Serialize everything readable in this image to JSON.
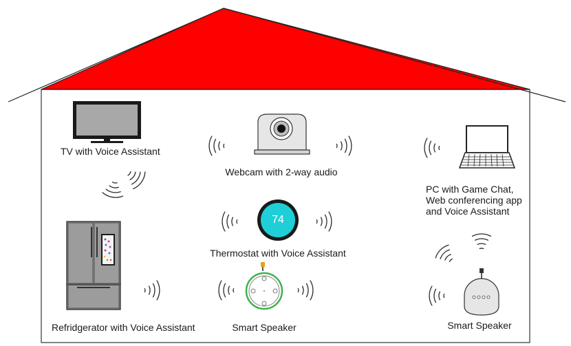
{
  "roof_color": "#ff0000",
  "thermostat_ring_color": "#1fcfd8",
  "speaker_ring_color": "#3cb44b",
  "labels": {
    "tv": "TV with Voice Assistant",
    "webcam": "Webcam with 2-way audio",
    "pc_line1": "PC with Game Chat,",
    "pc_line2": "Web conferencing app",
    "pc_line3": "and Voice Assistant",
    "thermostat": "Thermostat with Voice Assistant",
    "fridge": "Refridgerator with Voice Assistant",
    "speaker1": "Smart Speaker",
    "speaker2": "Smart Speaker"
  },
  "thermostat_value": "74",
  "icons": [
    "tv-icon",
    "webcam-icon",
    "laptop-icon",
    "thermostat-icon",
    "refrigerator-icon",
    "smart-speaker-icon",
    "smart-speaker-round-icon",
    "sound-wave-icon"
  ]
}
